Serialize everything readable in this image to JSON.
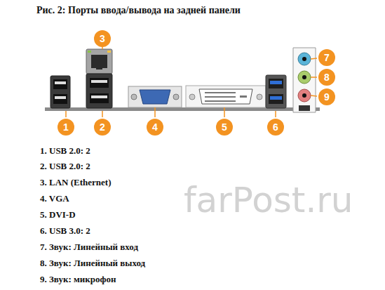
{
  "diagram": {
    "title": "Рис. 2: Порты ввода/вывода на задней панели",
    "nodes": [
      {
        "text": [
          "1"
        ]
      },
      {
        "text": [
          "2"
        ]
      },
      {
        "text": [
          "3"
        ]
      },
      {
        "text": [
          "4"
        ]
      },
      {
        "text": [
          "5"
        ]
      },
      {
        "text": [
          "6"
        ]
      },
      {
        "text": [
          "7"
        ]
      },
      {
        "text": [
          "8"
        ]
      },
      {
        "text": [
          "9"
        ]
      }
    ],
    "labels": [
      "1. USB 2.0: 2",
      "2. USB 2.0: 2",
      "3. LAN (Ethernet)",
      "4. VGA",
      "5. DVI-D",
      "6. USB 3.0: 2",
      "7. Звук: Линейный вход",
      "8. Звук: Линейный выход",
      "9. Звук: микрофон",
      "farPost.ru"
    ]
  }
}
